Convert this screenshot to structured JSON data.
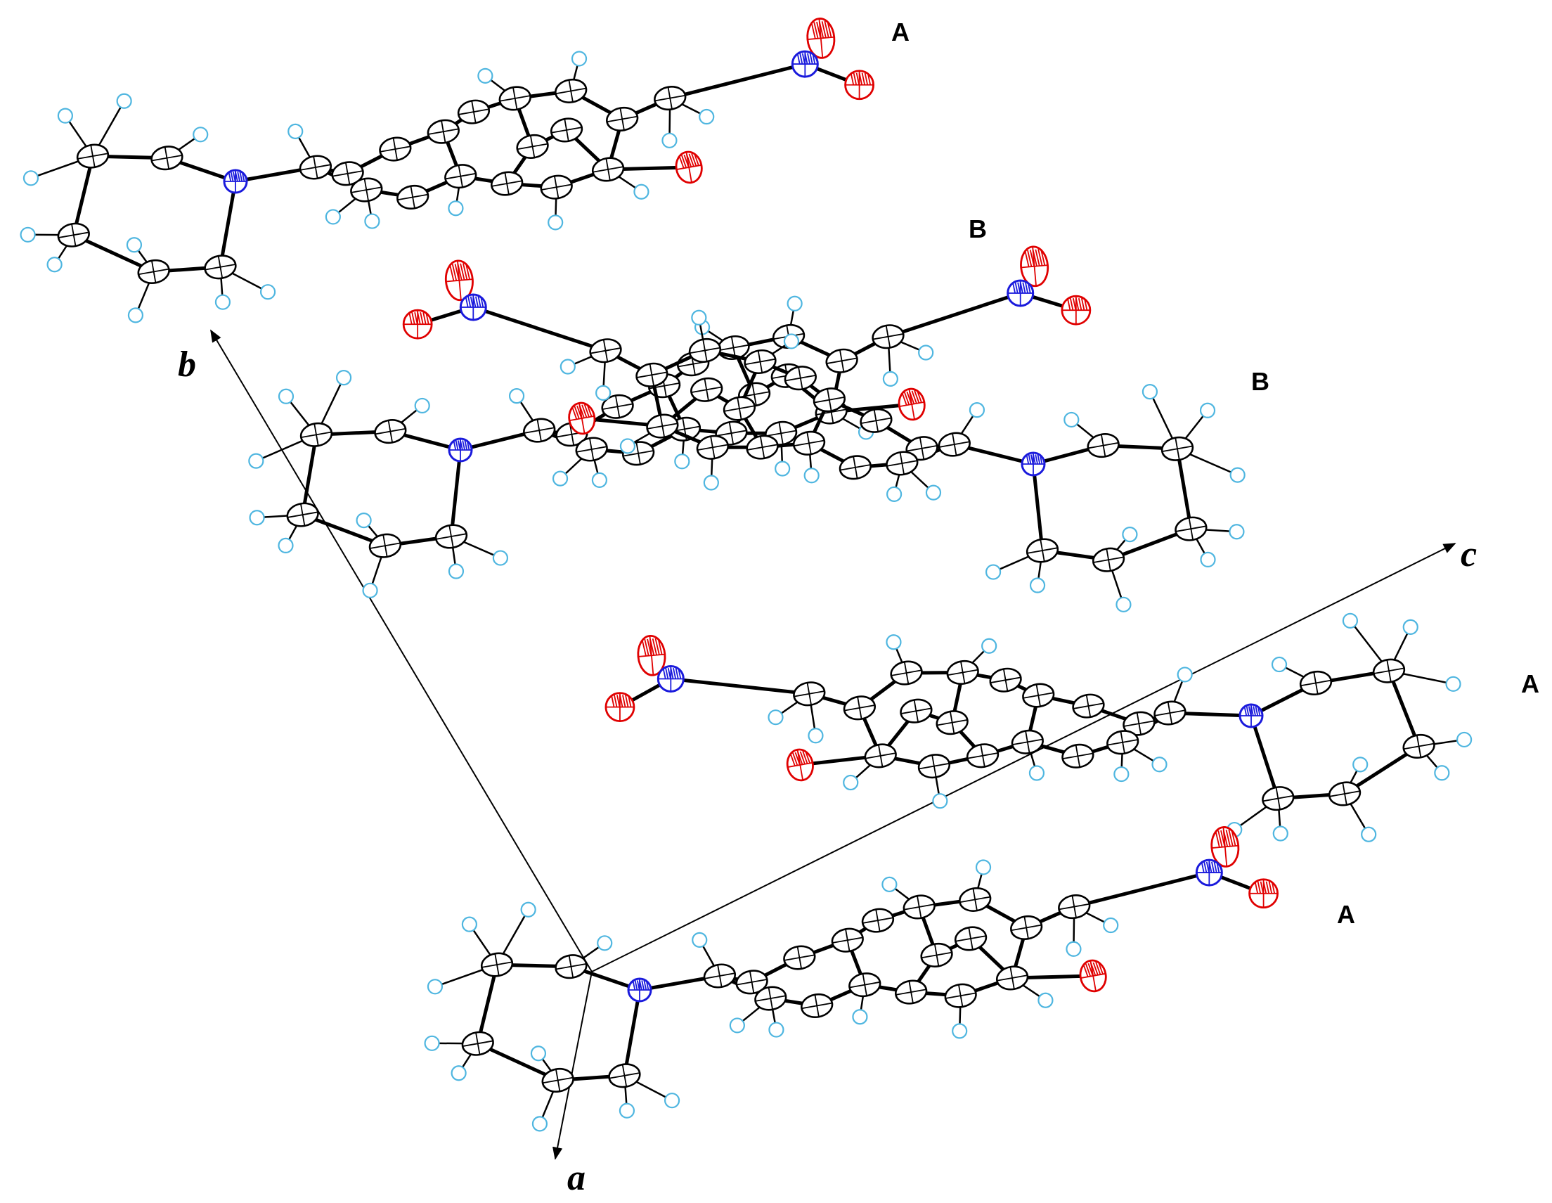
{
  "labels": {
    "mol_1": "A",
    "mol_2": "B",
    "mol_3": "B",
    "mol_4": "A",
    "mol_5": "A"
  },
  "axes": {
    "a": "a",
    "b": "b",
    "c": "c"
  },
  "colors": {
    "carbon": "#000000",
    "hydrogen": "#4fb6e0",
    "oxygen": "#e00000",
    "nitrogen": "#1a1adc"
  }
}
